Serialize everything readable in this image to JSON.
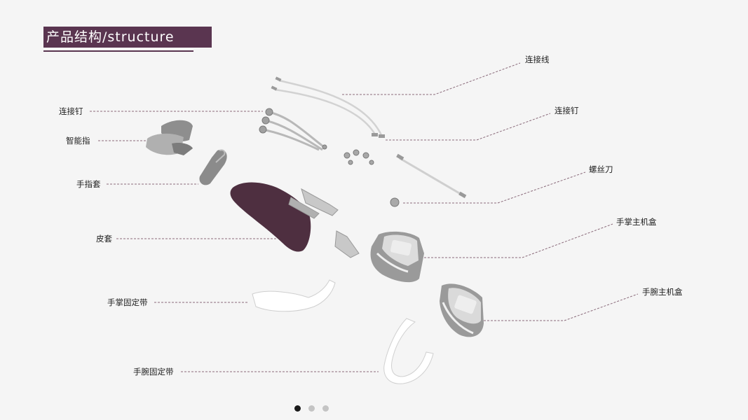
{
  "header": {
    "title": "产品结构/structure"
  },
  "labels": {
    "connecting_wire": "连接线",
    "connecting_pin_right": "连接钉",
    "connecting_pin_left": "连接钉",
    "smart_finger": "智能指",
    "finger_sleeve": "手指套",
    "screwdriver": "螺丝刀",
    "palm_host_box": "手掌主机盒",
    "leather_case": "皮套",
    "wrist_host_box": "手腕主机盒",
    "palm_strap": "手掌固定带",
    "wrist_strap": "手腕固定带"
  },
  "pagination": {
    "pages": 3,
    "active": 1
  },
  "colors": {
    "accent": "#5a3550",
    "leader": "#8a6a7a",
    "leather": "#4e2f40",
    "part_gray": "#9a9a9a"
  }
}
